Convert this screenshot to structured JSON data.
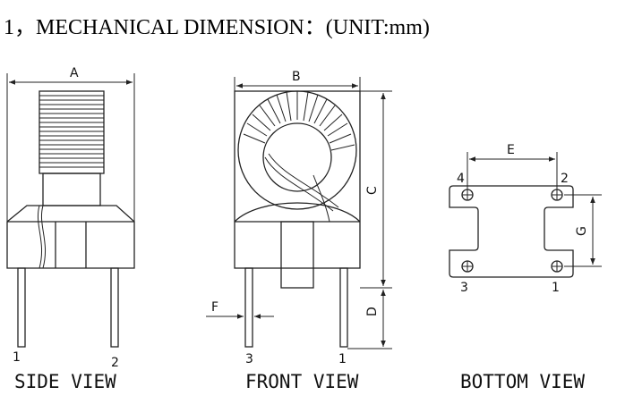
{
  "title": "1，MECHANICAL DIMENSION：(UNIT:mm)",
  "dimensions": {
    "a": "A",
    "b": "B",
    "c": "C",
    "d": "D",
    "e": "E",
    "f": "F",
    "g": "G"
  },
  "views": {
    "side": {
      "label": "SIDE VIEW",
      "pins": [
        "1",
        "2"
      ]
    },
    "front": {
      "label": "FRONT VIEW",
      "pins": [
        "3",
        "1"
      ]
    },
    "bottom": {
      "label": "BOTTOM VIEW",
      "pins": [
        "4",
        "2",
        "3",
        "1"
      ]
    }
  }
}
